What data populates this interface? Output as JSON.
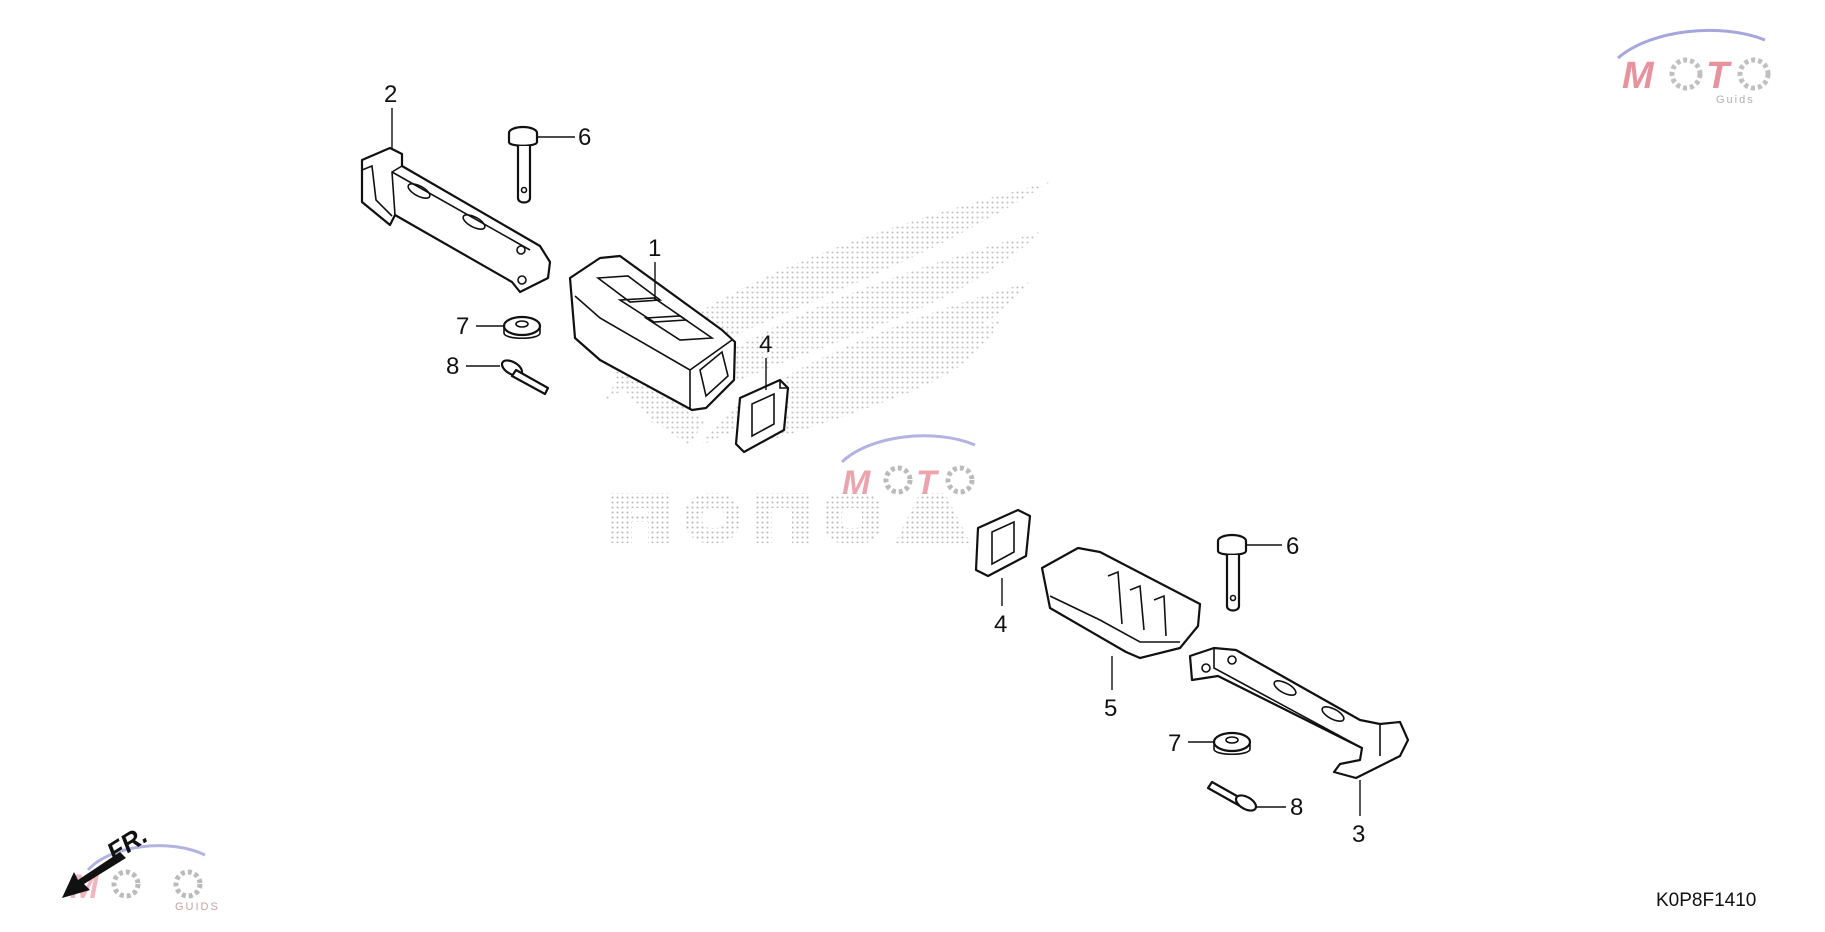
{
  "diagram": {
    "callouts": {
      "step_bar_left": "2",
      "step_bar_right": "3",
      "rubber_left": "1",
      "rubber_right": "5",
      "rubber_mount_upper": "4",
      "rubber_mount_lower": "4",
      "pin_upper": "6",
      "pin_lower": "6",
      "washer_upper": "7",
      "washer_lower": "7",
      "cotter_upper": "8",
      "cotter_lower": "8"
    },
    "diagram_code": "K0P8F1410",
    "watermark_brand": "HONDA",
    "watermark_logo": {
      "main": "MOTO",
      "sub": "Guids"
    },
    "front_arrow_label": "FR.",
    "colors": {
      "line": "#111111",
      "watermark_dots": "#b8b8b8",
      "logo_red": "#e07080",
      "logo_gear": "#b0b0b0",
      "logo_swoosh": "#8080d0"
    }
  }
}
